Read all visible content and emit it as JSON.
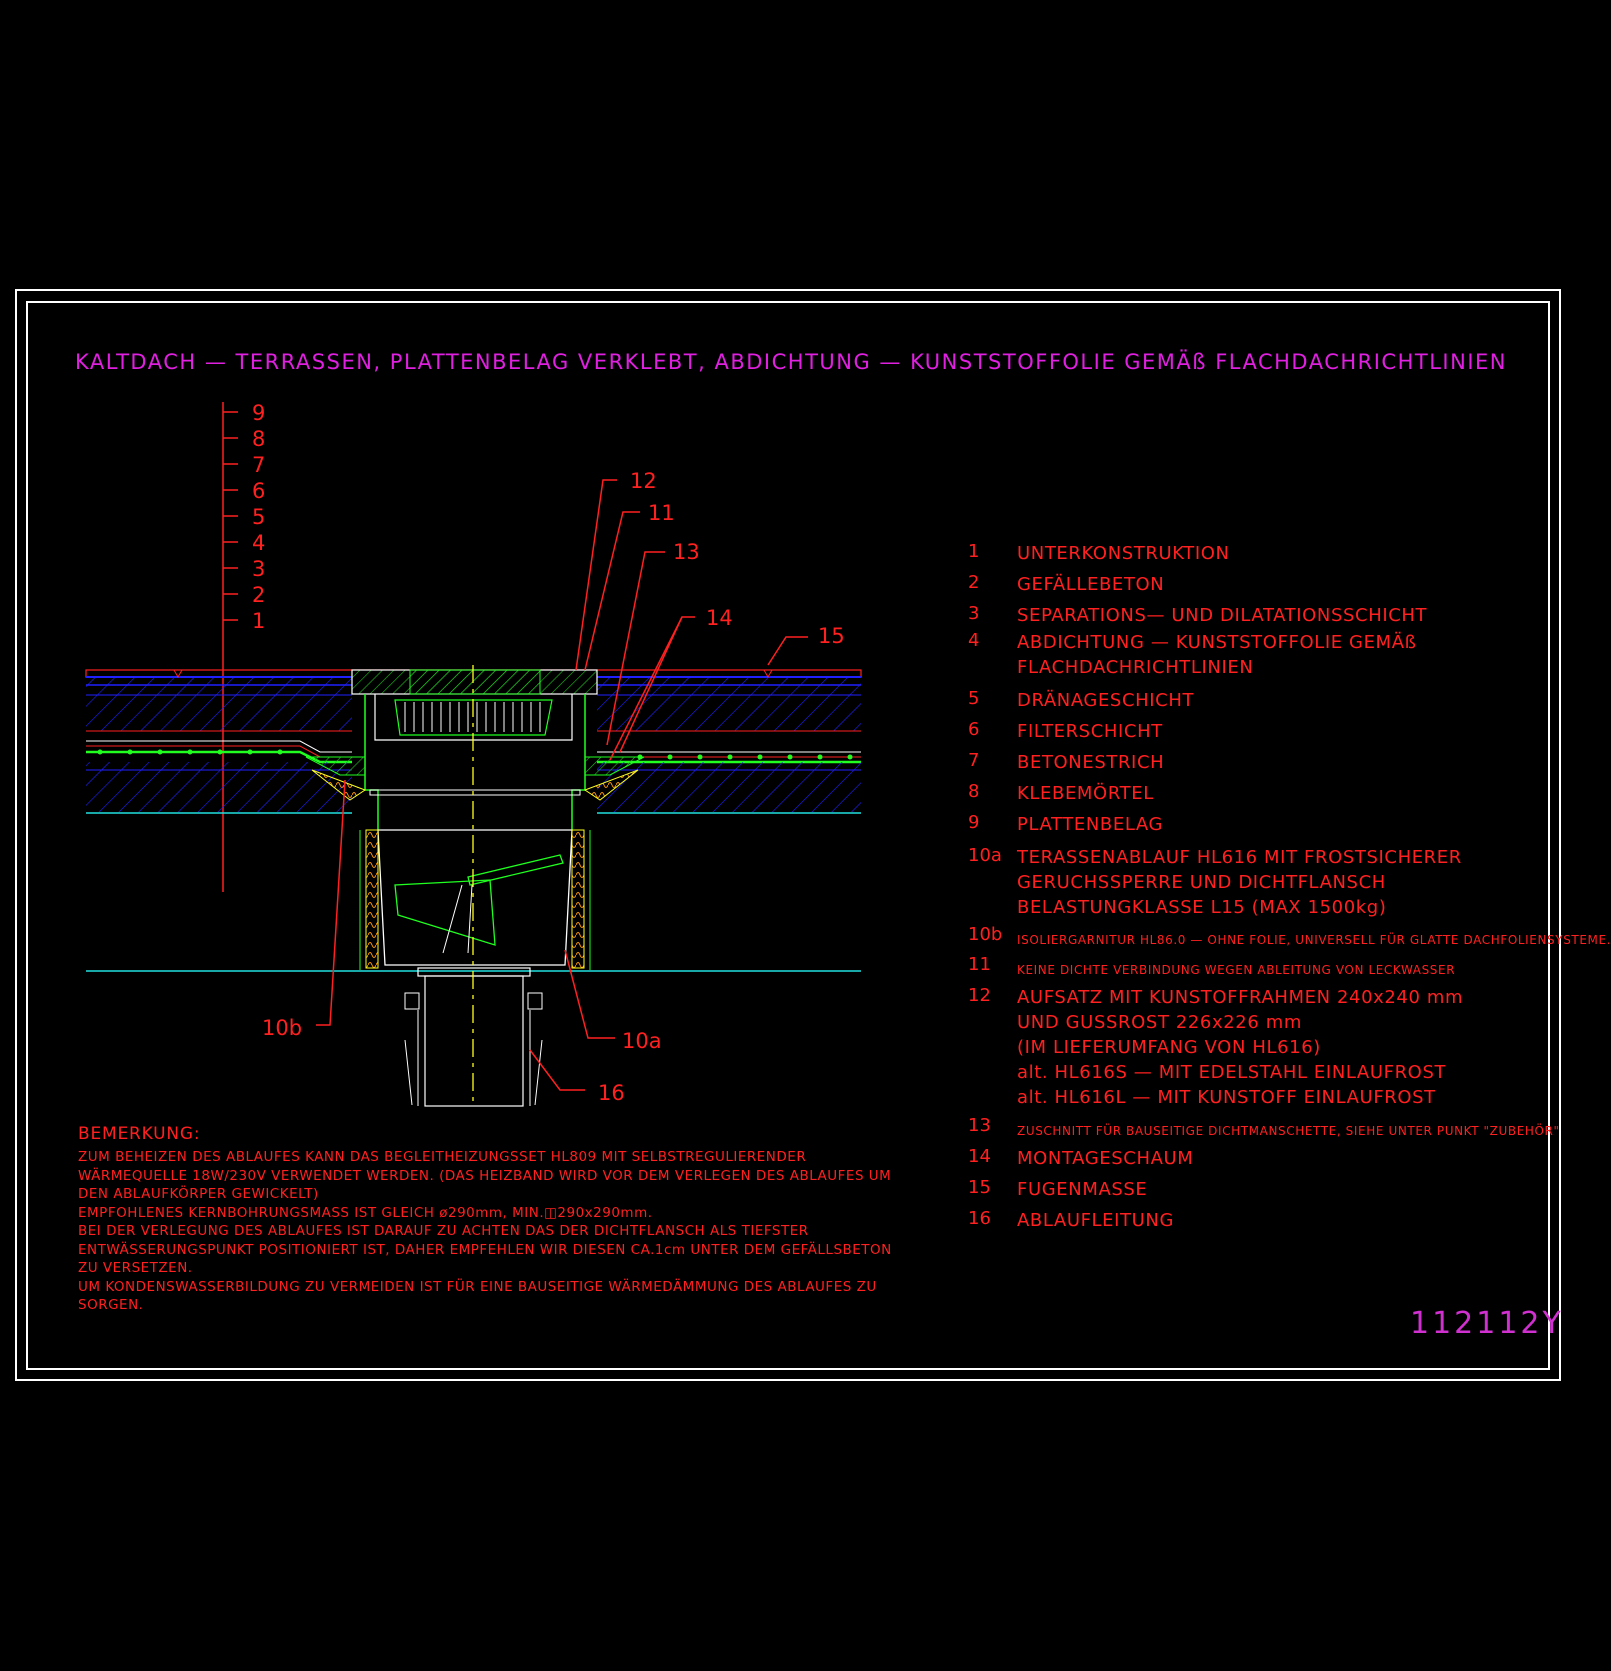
{
  "title": "KALTDACH — TERRASSEN, PLATTENBELAG VERKLEBT, ABDICHTUNG — KUNSTSTOFFOLIE GEMÄß FLACHDACHRICHTLINIEN",
  "layer_scale": [
    "9",
    "8",
    "7",
    "6",
    "5",
    "4",
    "3",
    "2",
    "1"
  ],
  "callouts": {
    "c12": "12",
    "c11": "11",
    "c13": "13",
    "c14": "14",
    "c15": "15",
    "c10b": "10b",
    "c10a": "10a",
    "c16": "16"
  },
  "legend": [
    {
      "num": "1",
      "lines": [
        "UNTERKONSTRUKTION"
      ],
      "small": false
    },
    {
      "num": "2",
      "lines": [
        "GEFÄLLEBETON"
      ],
      "small": false
    },
    {
      "num": "3",
      "lines": [
        "SEPARATIONS— UND DILATATIONSSCHICHT"
      ],
      "small": false
    },
    {
      "num": "4",
      "lines": [
        "ABDICHTUNG — KUNSTSTOFFOLIE GEMÄß",
        "FLACHDACHRICHTLINIEN"
      ],
      "small": false
    },
    {
      "num": "5",
      "lines": [
        "DRÄNAGESCHICHT"
      ],
      "small": false
    },
    {
      "num": "6",
      "lines": [
        "FILTERSCHICHT"
      ],
      "small": false
    },
    {
      "num": "7",
      "lines": [
        "BETONESTRICH"
      ],
      "small": false
    },
    {
      "num": "8",
      "lines": [
        "KLEBEMÖRTEL"
      ],
      "small": false
    },
    {
      "num": "9",
      "lines": [
        "PLATTENBELAG"
      ],
      "small": false
    },
    {
      "num": "10a",
      "lines": [
        "TERASSENABLAUF HL616 MIT FROSTSICHERER",
        "GERUCHSSPERRE UND DICHTFLANSCH",
        "BELASTUNGKLASSE L15 (MAX 1500kg)"
      ],
      "small": false
    },
    {
      "num": "10b",
      "lines": [
        "ISOLIERGARNITUR HL86.0 — OHNE FOLIE, UNIVERSELL FÜR GLATTE DACHFOLIENSYSTEME."
      ],
      "small": true
    },
    {
      "num": "11",
      "lines": [
        "KEINE DICHTE VERBINDUNG WEGEN ABLEITUNG VON LECKWASSER"
      ],
      "small": true
    },
    {
      "num": "12",
      "lines": [
        "AUFSATZ MIT KUNSTOFFRAHMEN 240x240 mm",
        "UND GUSSROST 226x226 mm",
        "(IM LIEFERUMFANG VON HL616)",
        "alt. HL616S — MIT EDELSTAHL EINLAUFROST",
        "alt. HL616L — MIT KUNSTOFF EINLAUFROST"
      ],
      "small": false
    },
    {
      "num": "13",
      "lines": [
        "ZUSCHNITT FÜR BAUSEITIGE DICHTMANSCHETTE, SIEHE UNTER PUNKT \"ZUBEHÖR\""
      ],
      "small": true
    },
    {
      "num": "14",
      "lines": [
        "MONTAGESCHAUM"
      ],
      "small": false
    },
    {
      "num": "15",
      "lines": [
        "FUGENMASSE"
      ],
      "small": false
    },
    {
      "num": "16",
      "lines": [
        "ABLAUFLEITUNG"
      ],
      "small": false
    }
  ],
  "remarks": {
    "heading": "BEMERKUNG:",
    "lines": [
      "ZUM BEHEIZEN DES ABLAUFES KANN DAS BEGLEITHEIZUNGSSET HL809 MIT SELBSTREGULIERENDER",
      "WÄRMEQUELLE 18W/230V VERWENDET WERDEN. (DAS HEIZBAND WIRD VOR DEM VERLEGEN DES ABLAUFES UM",
      "DEN ABLAUFKÖRPER GEWICKELT)",
      "EMPFOHLENES KERNBOHRUNGSMASS IST GLEICH ø290mm, MIN.◫290x290mm.",
      "BEI DER VERLEGUNG DES ABLAUFES IST DARAUF ZU ACHTEN DAS DER DICHTFLANSCH ALS TIEFSTER",
      "ENTWÄSSERUNGSPUNKT POSITIONIERT IST, DAHER EMPFEHLEN WIR DIESEN CA.1cm UNTER DEM GEFÄLLSBETON",
      "ZU VERSETZEN.",
      "UM KONDENSWASSERBILDUNG ZU VERMEIDEN IST FÜR EINE BAUSEITIGE WÄRMEDÄMMUNG DES ABLAUFES ZU",
      "SORGEN."
    ]
  },
  "drawing_number": "112112Y",
  "colors": {
    "red": "#ff2020",
    "magenta": "#e020e0",
    "blue": "#2020ff",
    "green": "#20ff20",
    "cyan": "#20e0e0",
    "yellow": "#ffff20",
    "white": "#ffffff",
    "orange": "#ff9900"
  }
}
